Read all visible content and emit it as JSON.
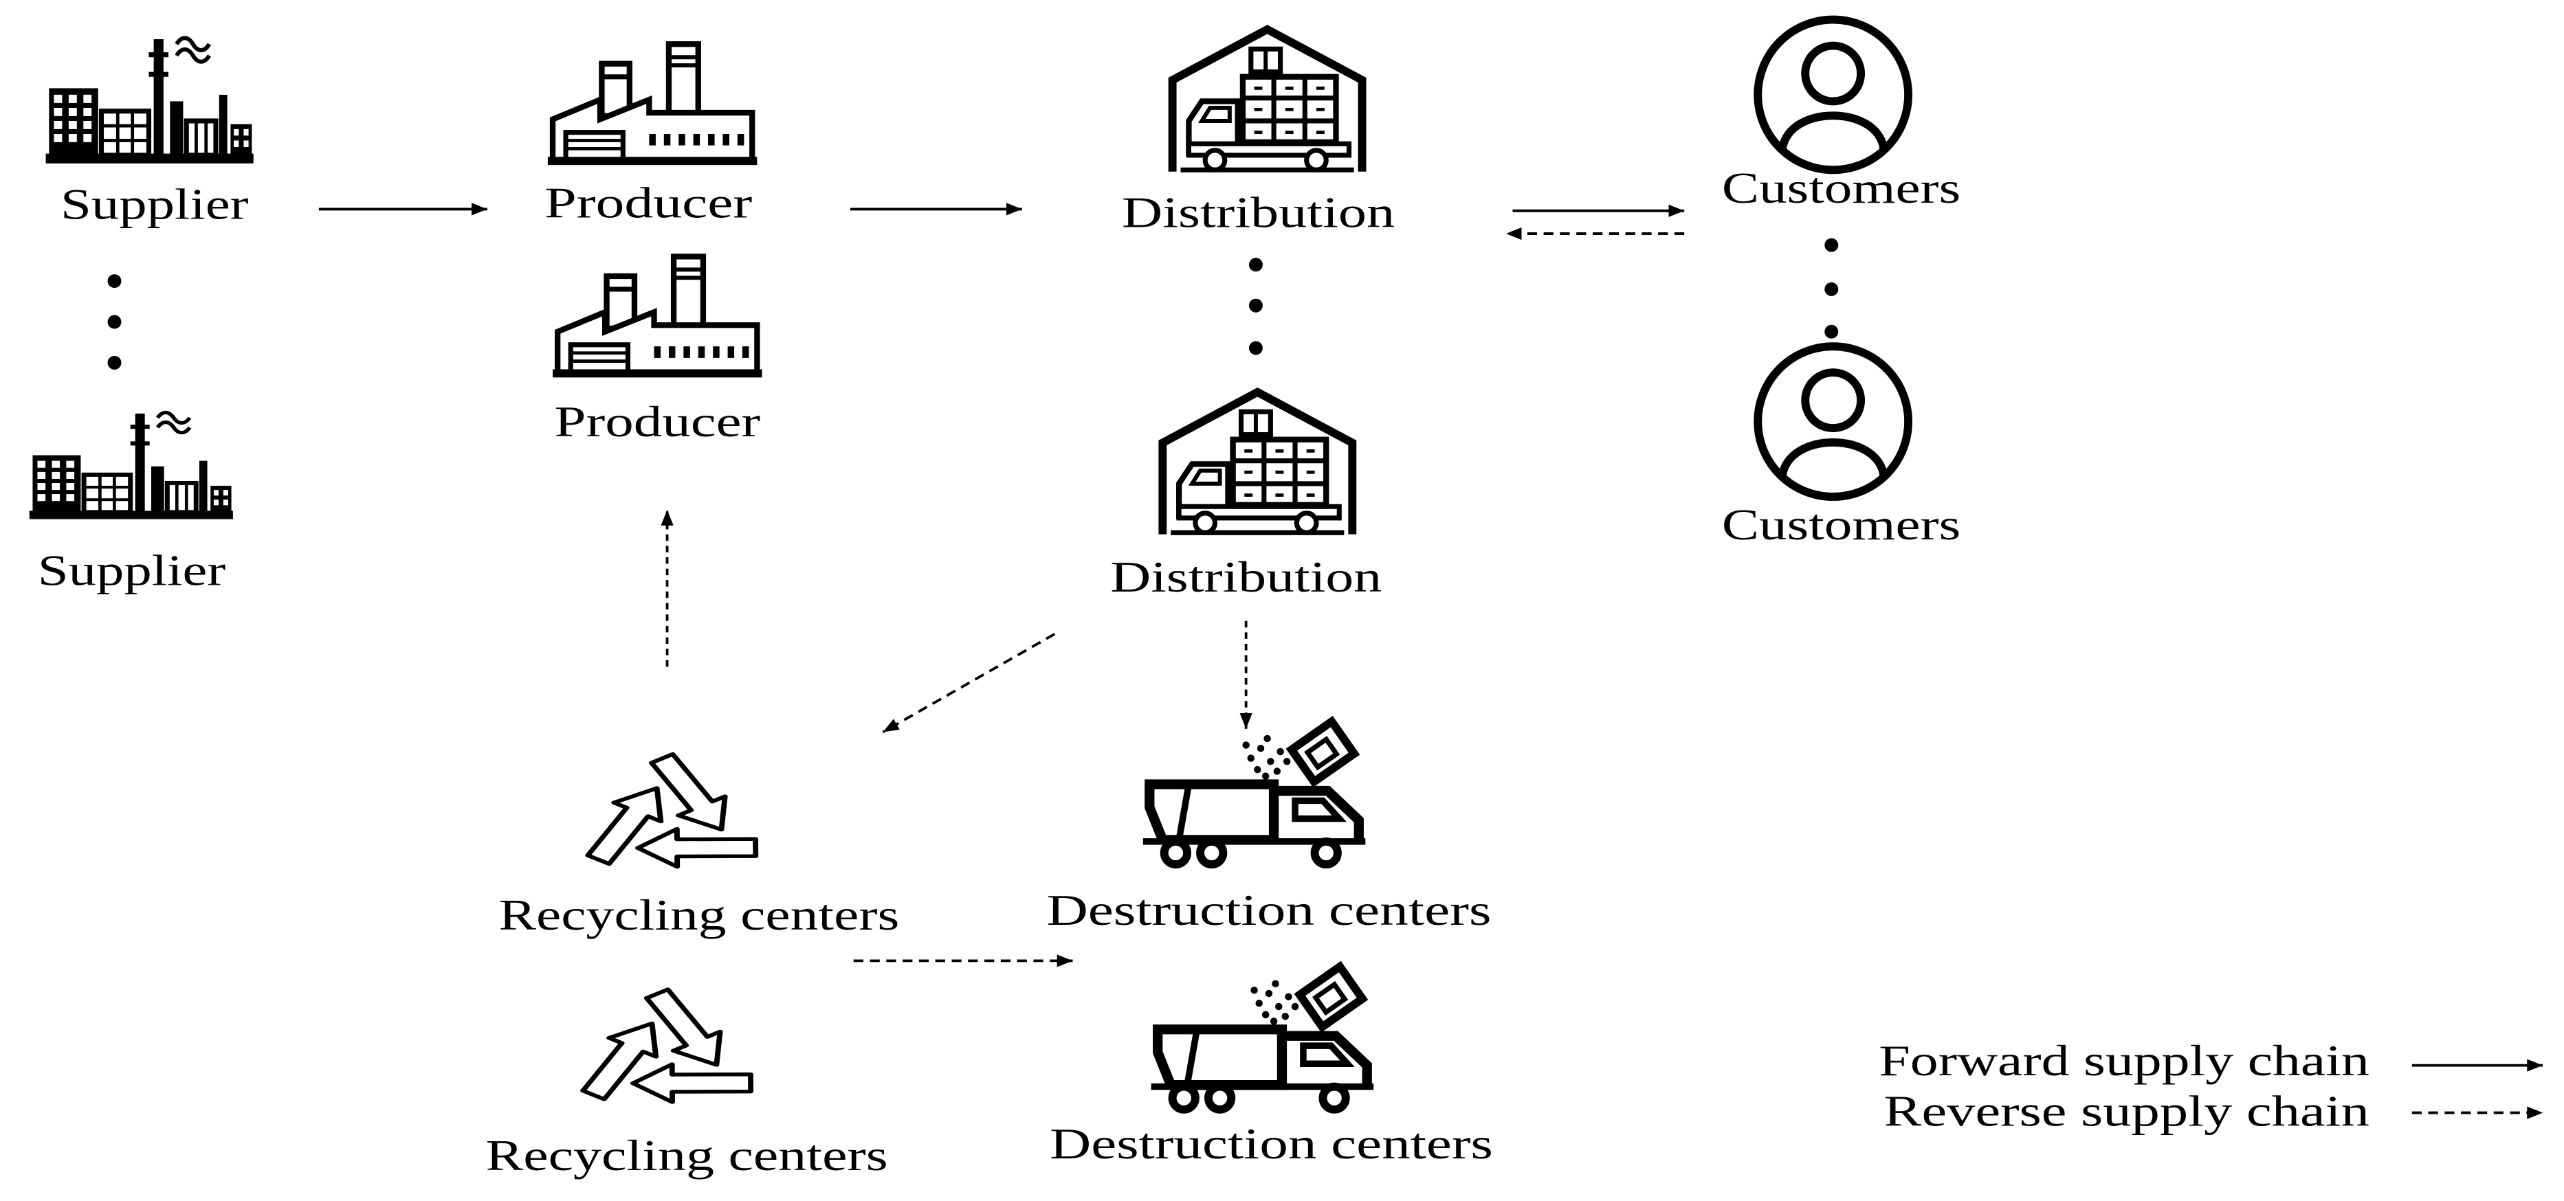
{
  "colors": {
    "ink": "#000000",
    "background": "#ffffff"
  },
  "nodes": {
    "suppliers": [
      {
        "label": "Supplier",
        "icon": "industrial-plant-icon"
      },
      {
        "label": "Supplier",
        "icon": "industrial-plant-icon"
      }
    ],
    "producers": [
      {
        "label": "Producer",
        "icon": "factory-icon"
      },
      {
        "label": "Producer",
        "icon": "factory-icon"
      }
    ],
    "distribution": [
      {
        "label": "Distribution",
        "icon": "warehouse-truck-icon"
      },
      {
        "label": "Distribution",
        "icon": "warehouse-truck-icon"
      }
    ],
    "customers": [
      {
        "label": "Customers",
        "icon": "user-icon"
      },
      {
        "label": "Customers",
        "icon": "user-icon"
      }
    ],
    "recycling_centers": [
      {
        "label": "Recycling centers",
        "icon": "recycle-icon"
      },
      {
        "label": "Recycling centers",
        "icon": "recycle-icon"
      }
    ],
    "destruction_centers": [
      {
        "label": "Destruction centers",
        "icon": "garbage-truck-icon"
      },
      {
        "label": "Destruction centers",
        "icon": "garbage-truck-icon"
      }
    ]
  },
  "legend": {
    "forward": {
      "label": "Forward supply chain"
    },
    "reverse": {
      "label": "Reverse supply chain"
    }
  }
}
